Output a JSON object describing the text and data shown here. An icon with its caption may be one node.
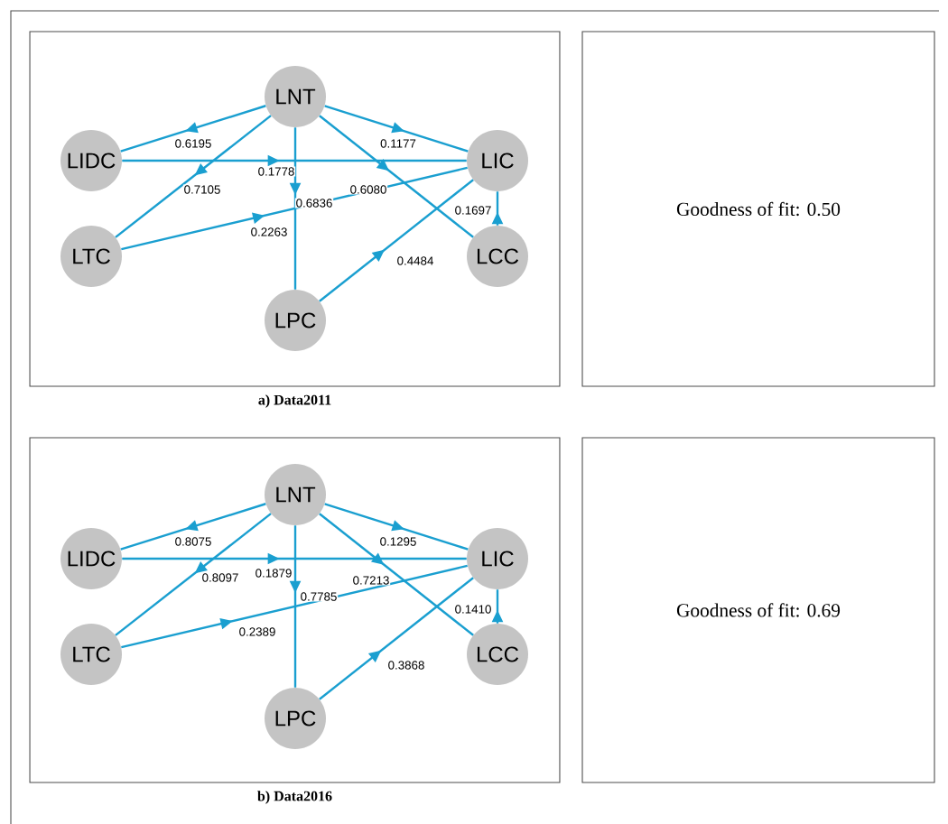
{
  "diagram": {
    "nodes": [
      {
        "text": [
          "a) Data2011"
        ]
      },
      {
        "text": [
          "LNT"
        ],
        "in": 0
      },
      {
        "text": [
          "LIDC"
        ],
        "in": 0
      },
      {
        "text": [
          "LIC"
        ],
        "in": 0
      },
      {
        "text": [
          "LTC"
        ],
        "in": 0
      },
      {
        "text": [
          "LCC"
        ],
        "in": 0
      },
      {
        "text": [
          "LPC"
        ],
        "in": 0
      },
      {
        "text": [
          "Goodness of fit: 0.50"
        ]
      },
      {
        "text": [
          "b) Data2016"
        ]
      },
      {
        "text": [
          "LNT"
        ],
        "in": 8
      },
      {
        "text": [
          "LIDC"
        ],
        "in": 8
      },
      {
        "text": [
          "LIC"
        ],
        "in": 8
      },
      {
        "text": [
          "LTC"
        ],
        "in": 8
      },
      {
        "text": [
          "LCC"
        ],
        "in": 8
      },
      {
        "text": [
          "LPC"
        ],
        "in": 8
      },
      {
        "text": [
          "Goodness of fit: 0.69"
        ]
      }
    ],
    "edges": [
      {
        "from": 1,
        "to": 2,
        "arrow": "to",
        "label": "0.6195"
      },
      {
        "from": 1,
        "to": 3,
        "arrow": "to",
        "label": "0.1177"
      },
      {
        "from": 2,
        "to": 3,
        "arrow": "to",
        "label": "0.1778"
      },
      {
        "from": 1,
        "to": 4,
        "arrow": "to",
        "label": "0.7105"
      },
      {
        "from": 1,
        "to": 6,
        "arrow": "to",
        "label": "0.6836"
      },
      {
        "from": 1,
        "to": 5,
        "arrow": "to",
        "label": "0.6080"
      },
      {
        "from": 4,
        "to": 3,
        "arrow": "to",
        "label": "0.2263"
      },
      {
        "from": 6,
        "to": 3,
        "arrow": "to",
        "label": "0.4484"
      },
      {
        "from": 5,
        "to": 3,
        "arrow": "to",
        "label": "0.1697"
      },
      {
        "from": 9,
        "to": 10,
        "arrow": "to",
        "label": "0.8075"
      },
      {
        "from": 9,
        "to": 11,
        "arrow": "to",
        "label": "0.1295"
      },
      {
        "from": 10,
        "to": 11,
        "arrow": "to",
        "label": "0.1879"
      },
      {
        "from": 9,
        "to": 12,
        "arrow": "to",
        "label": "0.8097"
      },
      {
        "from": 9,
        "to": 14,
        "arrow": "to",
        "label": "0.7785"
      },
      {
        "from": 9,
        "to": 13,
        "arrow": "to",
        "label": "0.7213"
      },
      {
        "from": 12,
        "to": 11,
        "arrow": "to",
        "label": "0.2389"
      },
      {
        "from": 14,
        "to": 11,
        "arrow": "to",
        "label": "0.3868"
      },
      {
        "from": 13,
        "to": 11,
        "arrow": "to",
        "label": "0.1410"
      }
    ]
  }
}
